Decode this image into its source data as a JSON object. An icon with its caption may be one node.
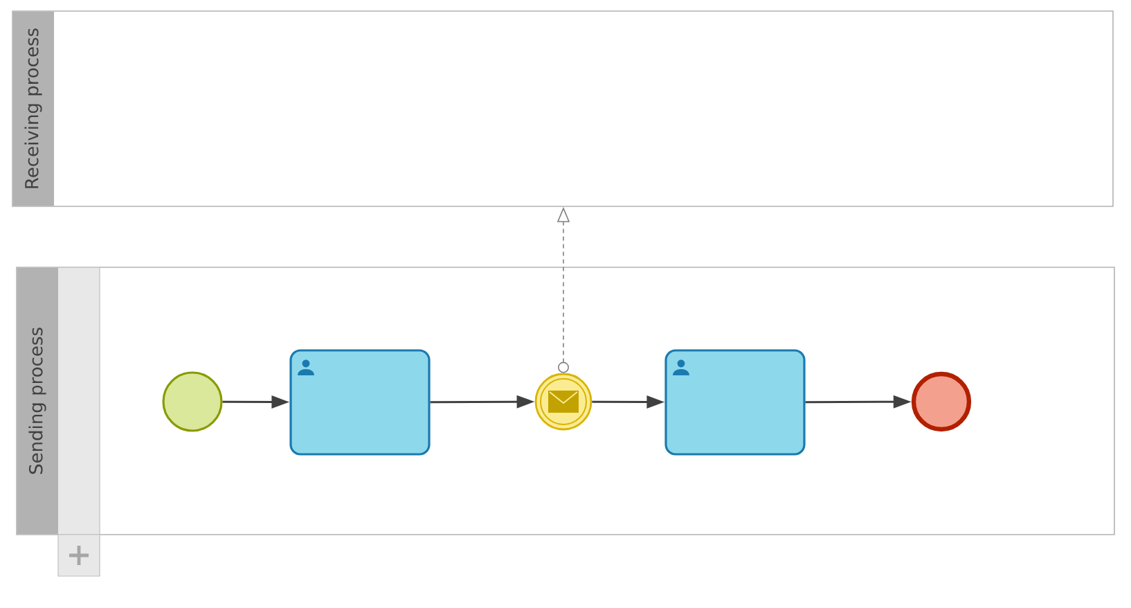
{
  "diagram": {
    "nodes": [
      {
        "text": [
          "Receiving process"
        ]
      },
      {
        "text": [
          "Sending process"
        ]
      },
      {
        "text": [],
        "shape": "circle",
        "in": 1
      },
      {
        "text": [],
        "shape": "box",
        "in": 1
      },
      {
        "text": [],
        "shape": "circle",
        "in": 1
      },
      {
        "text": [],
        "shape": "box",
        "in": 1
      },
      {
        "text": [],
        "shape": "circle",
        "in": 1
      }
    ],
    "edges": [
      {
        "from": 2,
        "to": 3,
        "arrow": "to"
      },
      {
        "from": 3,
        "to": 4,
        "arrow": "to"
      },
      {
        "from": 4,
        "to": 5,
        "arrow": "to"
      },
      {
        "from": 5,
        "to": 6,
        "arrow": "to"
      },
      {
        "from": 4,
        "to": 0,
        "arrow": "to",
        "style": "dashed",
        "color": "#808080"
      }
    ]
  }
}
